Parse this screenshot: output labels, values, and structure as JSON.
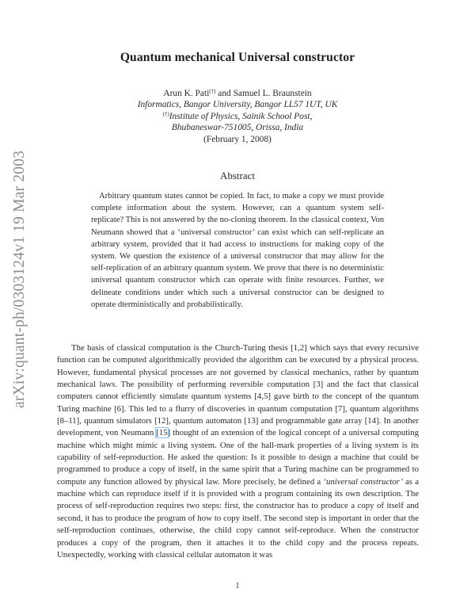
{
  "arxiv_stamp": "arXiv:quant-ph/0303124v1  19 Mar 2003",
  "title": "Quantum mechanical Universal constructor",
  "authors": {
    "names_before": "Arun K. Pati",
    "dagger": "(†)",
    "names_after": " and Samuel L. Braunstein",
    "affiliation_1": "Informatics, Bangor University, Bangor LL57 1UT, UK",
    "affiliation_2_marker": "(†)",
    "affiliation_2_line1": "Institute of Physics, Sainik School Post,",
    "affiliation_2_line2": "Bhubaneswar-751005, Orissa, India",
    "date": "(February 1, 2008)"
  },
  "abstract": {
    "heading": "Abstract",
    "text": "Arbitrary quantum states cannot be copied. In fact, to make a copy we must provide complete information about the system. However, can a quantum system self-replicate? This is not answered by the no-cloning theorem. In the classical context, Von Neumann showed that a ‘universal constructor’ can exist which can self-replicate an arbitrary system, provided that it had access to instructions for making copy of the system. We question the existence of a universal constructor that may allow for the self-replication of an arbitrary quantum system. We prove that there is no deterministic universal quantum constructor which can operate with finite resources. Further, we delineate conditions under which such a universal constructor can be designed to operate dterministically and probabilistically."
  },
  "body": {
    "part1": "The basis of classical computation is the Church-Turing thesis [1,2] which says that every recursive function can be computed algorithmically provided the algorithm can be executed by a physical process. However, fundamental physical processes are not governed by classical mechanics, rather by quantum mechanical laws. The possibility of performing reversible computation [3] and the fact that classical computers cannot efficiently simulate quantum systems [4,5] gave birth to the concept of the quantum Turing machine [6]. This led to a flurry of discoveries in quantum computation [7], quantum algorithms [8–11], quantum simulators [12], quantum automaton [13] and programmable gate array [14]. In another development, von Neumann ",
    "ref_link": "[15",
    "part2": "] thought of an extension of the logical concept of a universal computing machine which might mimic a living system. One of the hall-mark properties of a living system is its capability of self-reproduction. He asked the question: Is it possible to design a machine that could be programmed to produce a copy of itself, in the same spirit that a Turing machine can be programmed to compute any function allowed by physical law. More precisely, he defined a ",
    "emphasis": "‘universal constructor’",
    "part3": " as a machine which can reproduce itself if it is provided with a program containing its own description. The process of self-reproduction requires two steps: first, the constructor has to produce a copy of itself and second, it has to produce the program of how to copy itself. The second step is important in order that the self-reproduction continues, otherwise, the child copy cannot self-reproduce. When the constructor produces a copy of the program, then it attaches it to the child copy and the process repeats. Unexpectedly, working with classical cellular automaton it was"
  },
  "page_number": "1",
  "colors": {
    "text": "#2a2a2a",
    "stamp": "#8c8c8c",
    "link_border": "#8fc3ee"
  }
}
